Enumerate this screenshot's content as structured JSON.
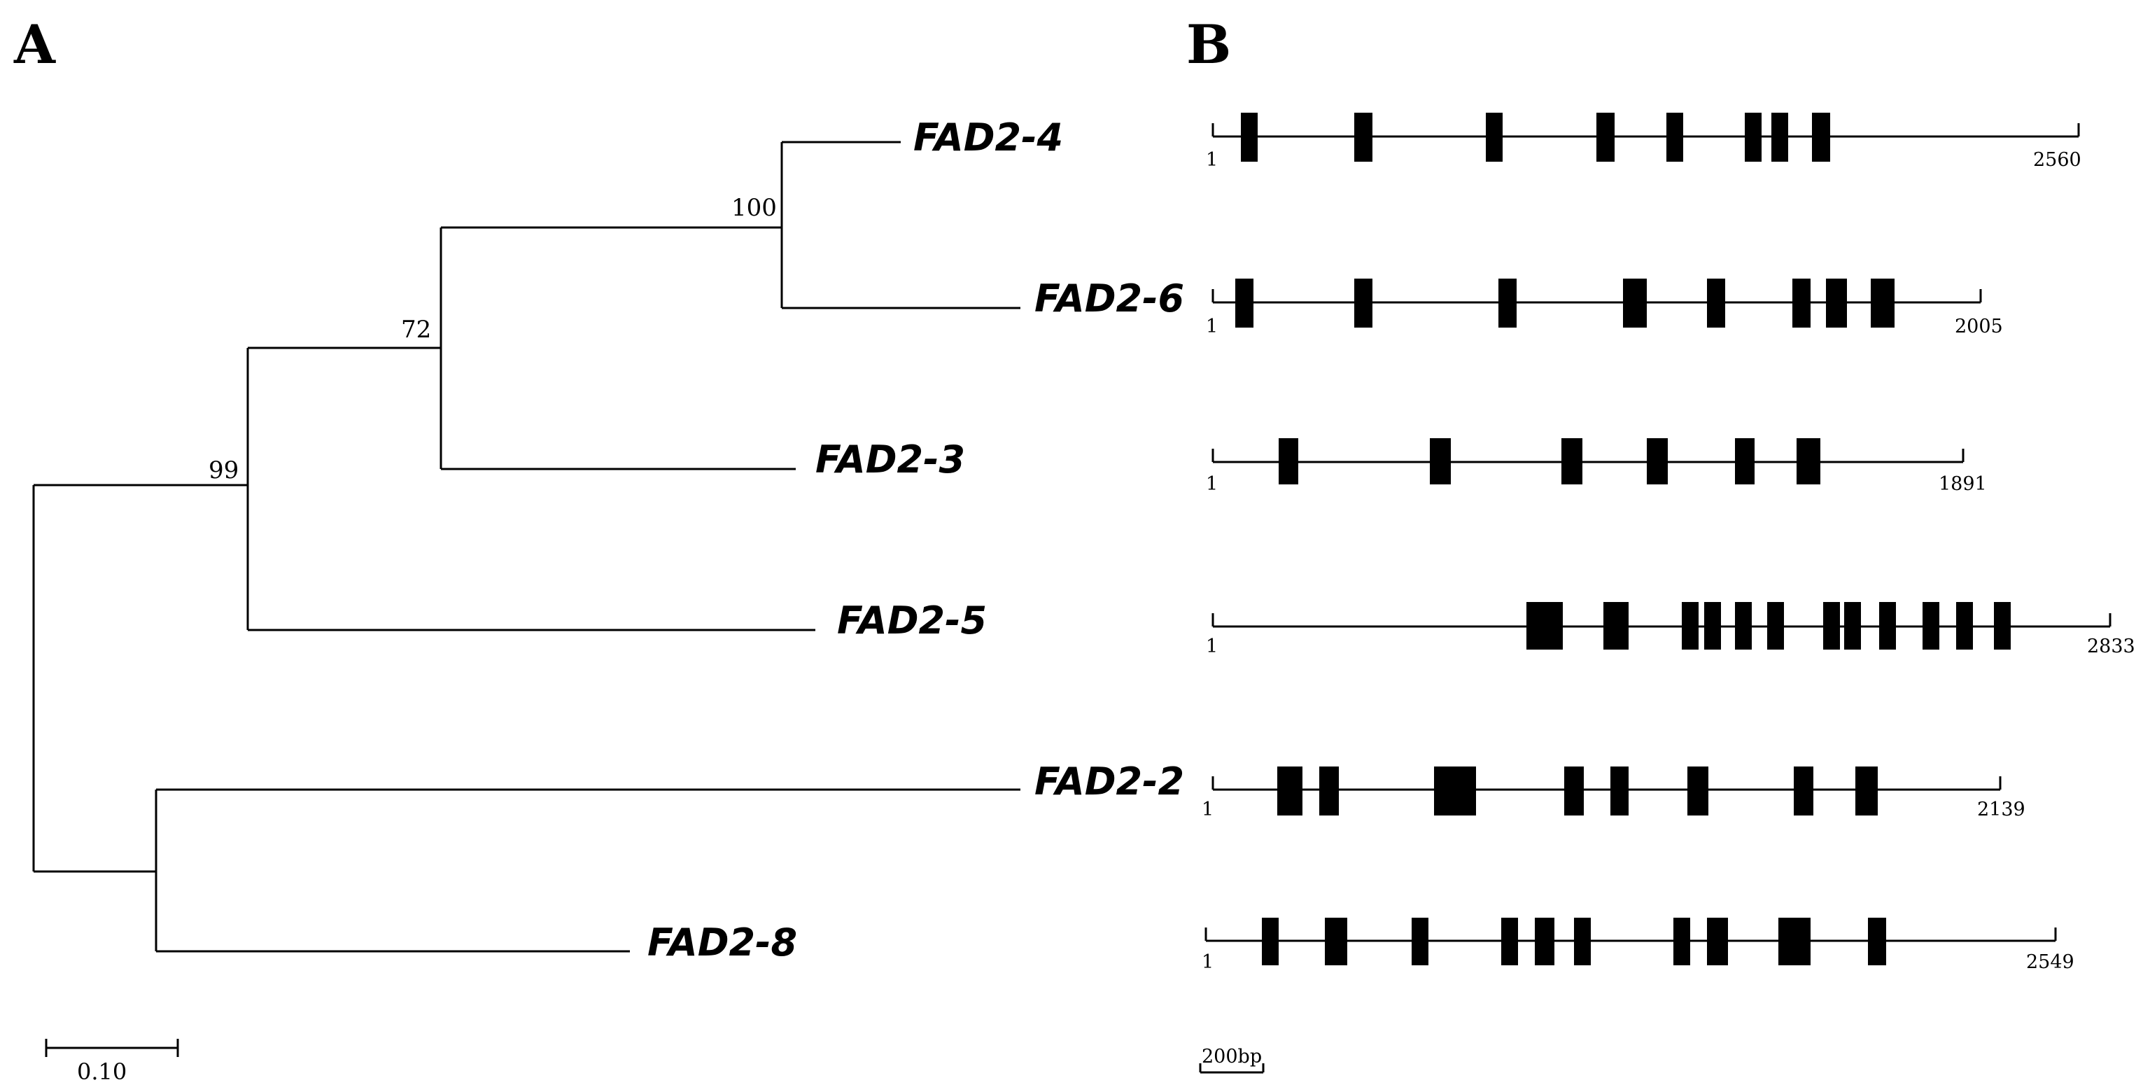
{
  "panel_a": {
    "letter": "A",
    "bootstrap": [
      "100",
      "72",
      "99"
    ],
    "genes": [
      "FAD2-4",
      "FAD2-6",
      "FAD2-3",
      "FAD2-5",
      "FAD2-2",
      "FAD2-8"
    ],
    "scale_label": "0.10"
  },
  "panel_b": {
    "letter": "B",
    "start_label": "1",
    "lengths": [
      "2560",
      "2005",
      "1891",
      "2833",
      "2139",
      "2549"
    ],
    "scale_label": "200bp"
  }
}
